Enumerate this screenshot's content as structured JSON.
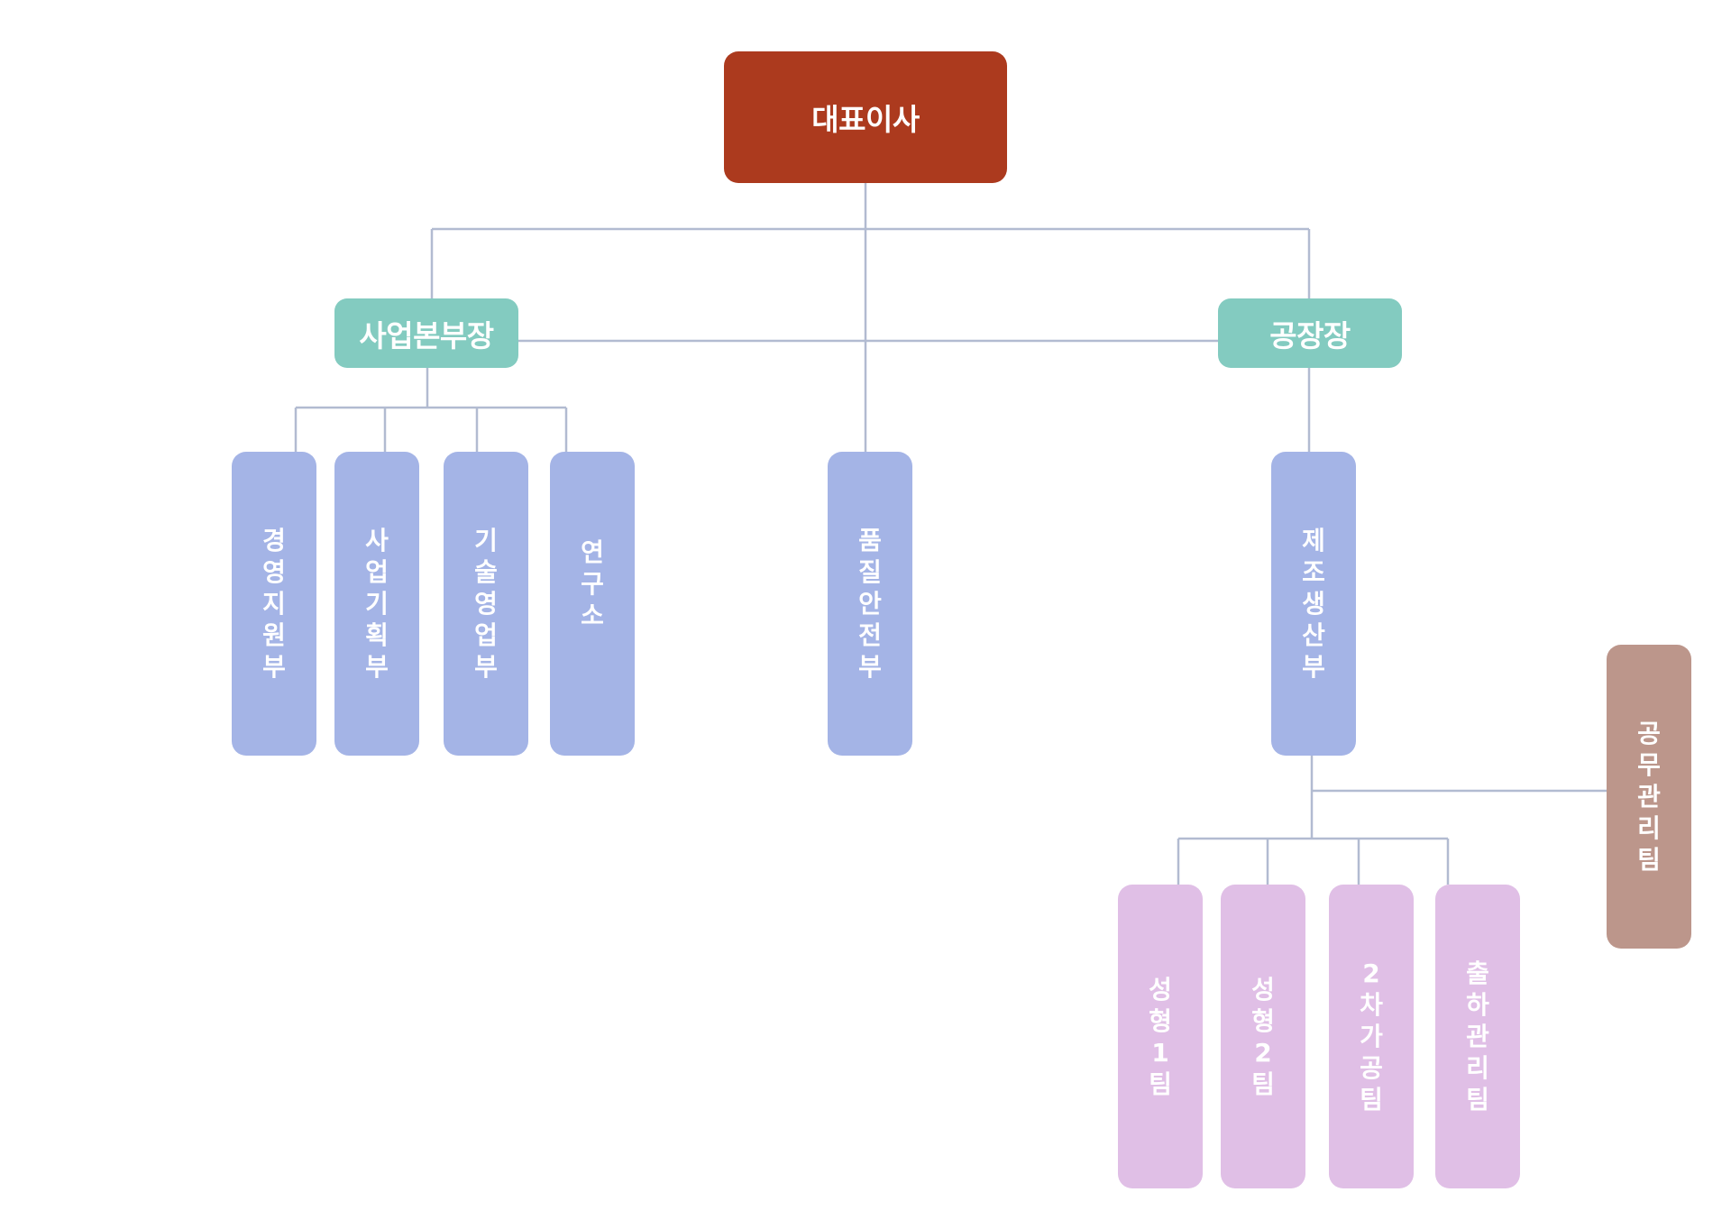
{
  "colors": {
    "ceo": "#ac3a1e",
    "head": "#83cbc0",
    "dept": "#a4b4e6",
    "team": "#e0bfe6",
    "facility": "#bc968b",
    "connector": "#b2bbd1"
  },
  "nodes": {
    "ceo": "대표이사",
    "business_head": "사업본부장",
    "factory_head": "공장장",
    "management_support": "경영지원부",
    "business_planning": "사업기획부",
    "tech_sales": "기술영업부",
    "research": [
      "연",
      "구",
      "소"
    ],
    "quality_safety": "품질안전부",
    "manufacturing": "제조생산부",
    "facility_management": "공무관리팀",
    "molding_1": "성형1팀",
    "molding_2": "성형2팀",
    "secondary_processing": "2차가공팀",
    "shipping_management": "출하관리팀"
  }
}
